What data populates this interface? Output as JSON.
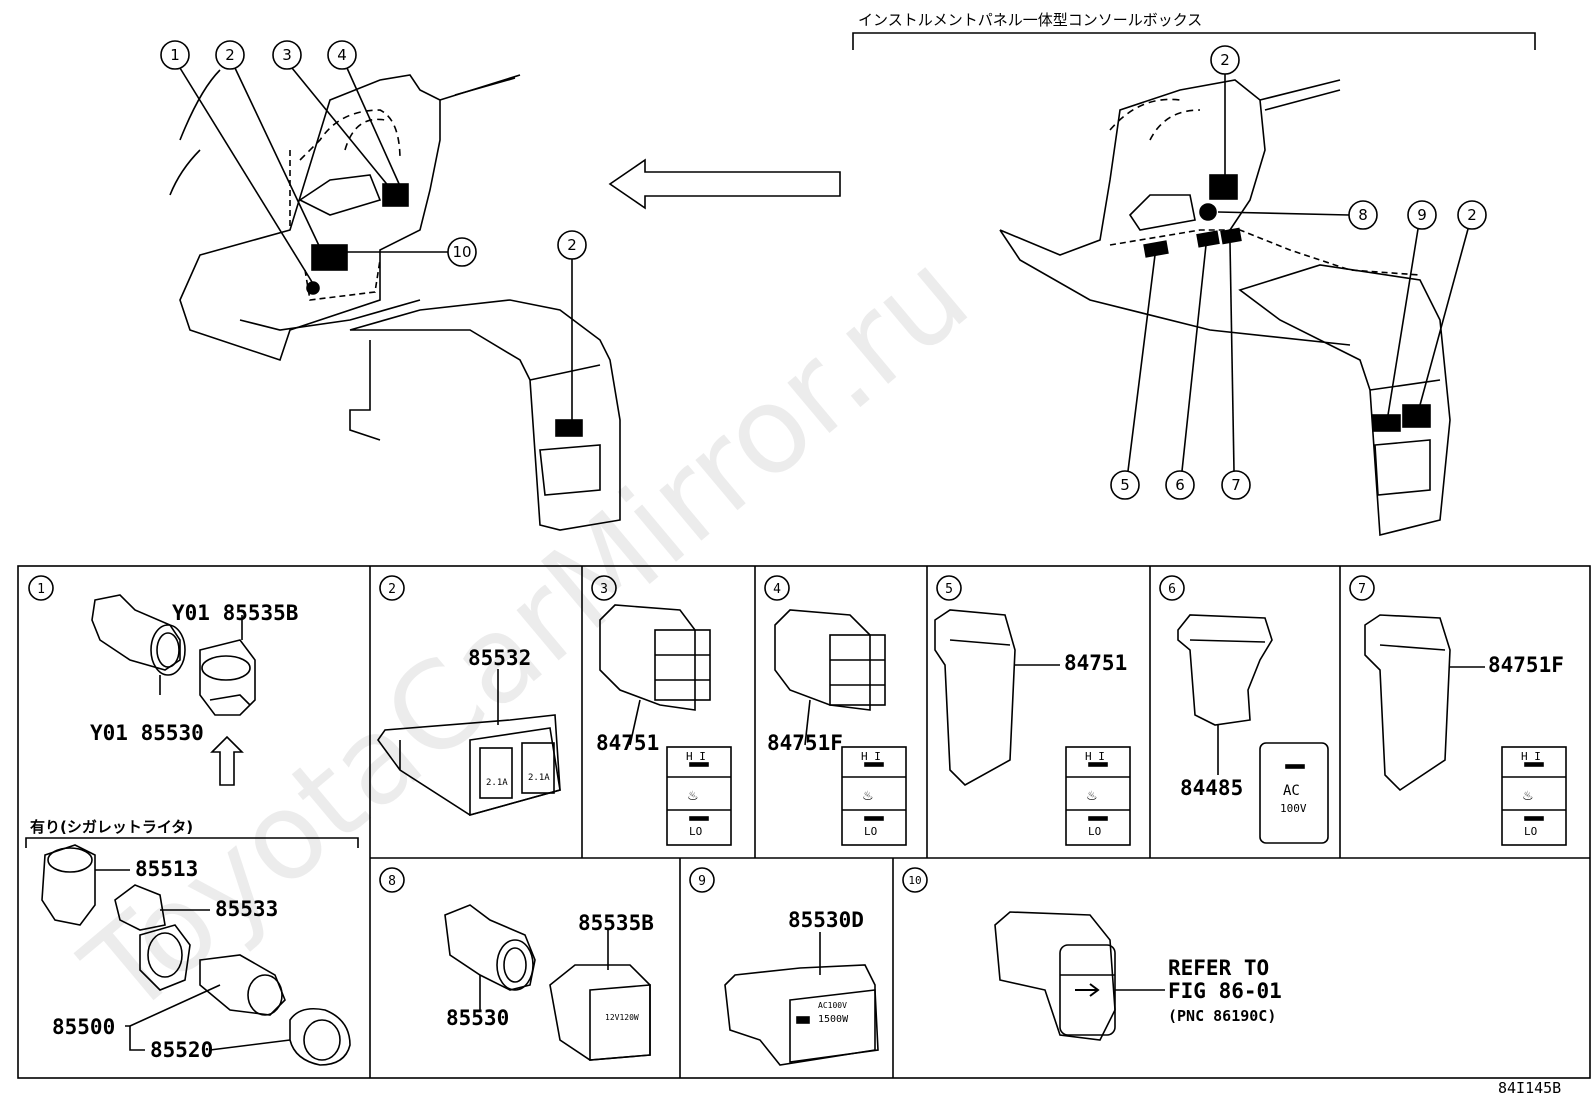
{
  "overview": {
    "heading": "インストルメントパネル一体型コンソールボックス",
    "left_callouts": [
      "1",
      "2",
      "3",
      "4",
      "10",
      "2"
    ],
    "right_callouts": [
      "2",
      "8",
      "9",
      "2",
      "5",
      "6",
      "7"
    ]
  },
  "cells": [
    {
      "num": "1",
      "parts": [
        "Y01 85535B",
        "Y01 85530"
      ]
    },
    {
      "num": "2",
      "parts": [
        "85532"
      ],
      "labels": [
        "2.1A",
        "2.1A"
      ]
    },
    {
      "num": "3",
      "parts": [
        "84751"
      ]
    },
    {
      "num": "4",
      "parts": [
        "84751F"
      ]
    },
    {
      "num": "5",
      "parts": [
        "84751"
      ]
    },
    {
      "num": "6",
      "parts": [
        "84485"
      ]
    },
    {
      "num": "7",
      "parts": [
        "84751F"
      ]
    },
    {
      "num": "8",
      "parts": [
        "85535B",
        "85530"
      ],
      "labels": [
        "12V120W"
      ]
    },
    {
      "num": "9",
      "parts": [
        "85530D"
      ],
      "labels": [
        "AC100V",
        "1500W"
      ]
    },
    {
      "num": "10",
      "refer": [
        "REFER TO",
        "FIG 86-01",
        "(PNC 86190C)"
      ]
    }
  ],
  "cigar_option": {
    "title": "有り(シガレットライタ)",
    "parts": [
      "85513",
      "85533",
      "85500",
      "85520"
    ]
  },
  "switch_face": {
    "hi": "H I",
    "lo": "LO"
  },
  "outlet_face": {
    "line1": "AC",
    "line2": "100V"
  },
  "watermark": "ToyotaCarMirror.ru",
  "figure_code": "84I145B"
}
